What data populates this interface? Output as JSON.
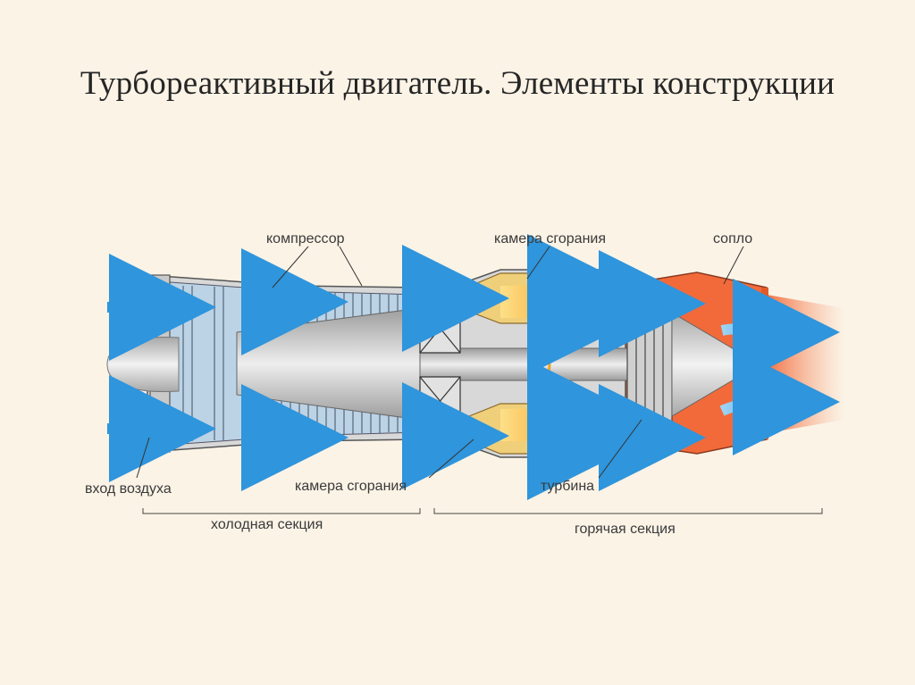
{
  "title": "Турбореактивный двигатель. Элементы конструкции",
  "labels": {
    "compressor": "компрессор",
    "combustion_top": "камера сгорания",
    "nozzle": "сопло",
    "air_inlet": "вход воздуха",
    "combustion_bottom": "камера сгорания",
    "turbine": "турбина",
    "cold_section": "холодная секция",
    "hot_section": "горячая секция"
  },
  "colors": {
    "background": "#fbf3e6",
    "airflow": "#3aa6e6",
    "hot_gas": "#f26a3a",
    "flame": "#f7a62b",
    "metal": "#bdbdbd"
  }
}
